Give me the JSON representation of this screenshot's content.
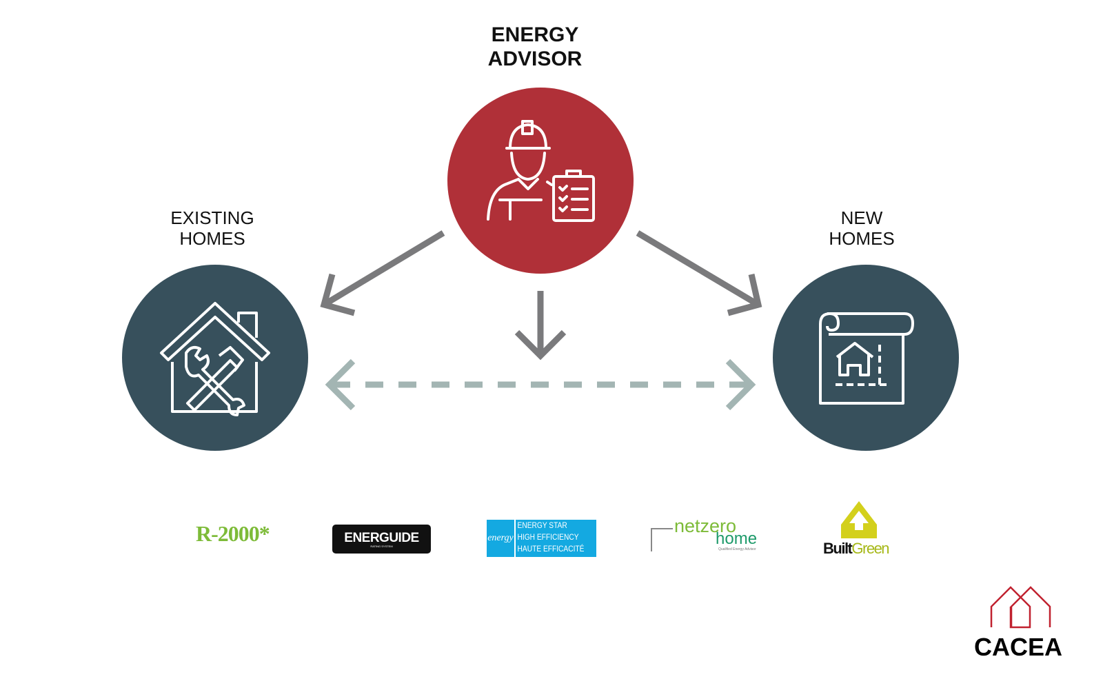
{
  "nodes": {
    "advisor": {
      "line1": "ENERGY",
      "line2": "ADVISOR",
      "color": "#b03038",
      "icon": "worker-clipboard-icon"
    },
    "existing": {
      "line1": "EXISTING",
      "line2": "HOMES",
      "color": "#37505c",
      "icon": "house-tools-icon"
    },
    "new": {
      "line1": "NEW",
      "line2": "HOMES",
      "color": "#37505c",
      "icon": "house-blueprint-icon"
    }
  },
  "arrow_colors": {
    "solid": "#7a7a7c",
    "dashed": "#a3b5b3"
  },
  "logos": {
    "r2000": "R-2000*",
    "energuide": {
      "main": "ENERGUIDE",
      "sub": "RATING SYSTEM"
    },
    "energystar": {
      "mark": "energy",
      "line1": "ENERGY STAR",
      "line2": "HIGH EFFICIENCY",
      "line3": "HAUTE EFFICACITÉ"
    },
    "netzero": {
      "line1": "netzero",
      "line2": "home",
      "sub": "Qualified Energy Advisor"
    },
    "builtgreen": {
      "part1": "Built",
      "part2": "Green"
    },
    "cacea": "CACEA"
  }
}
